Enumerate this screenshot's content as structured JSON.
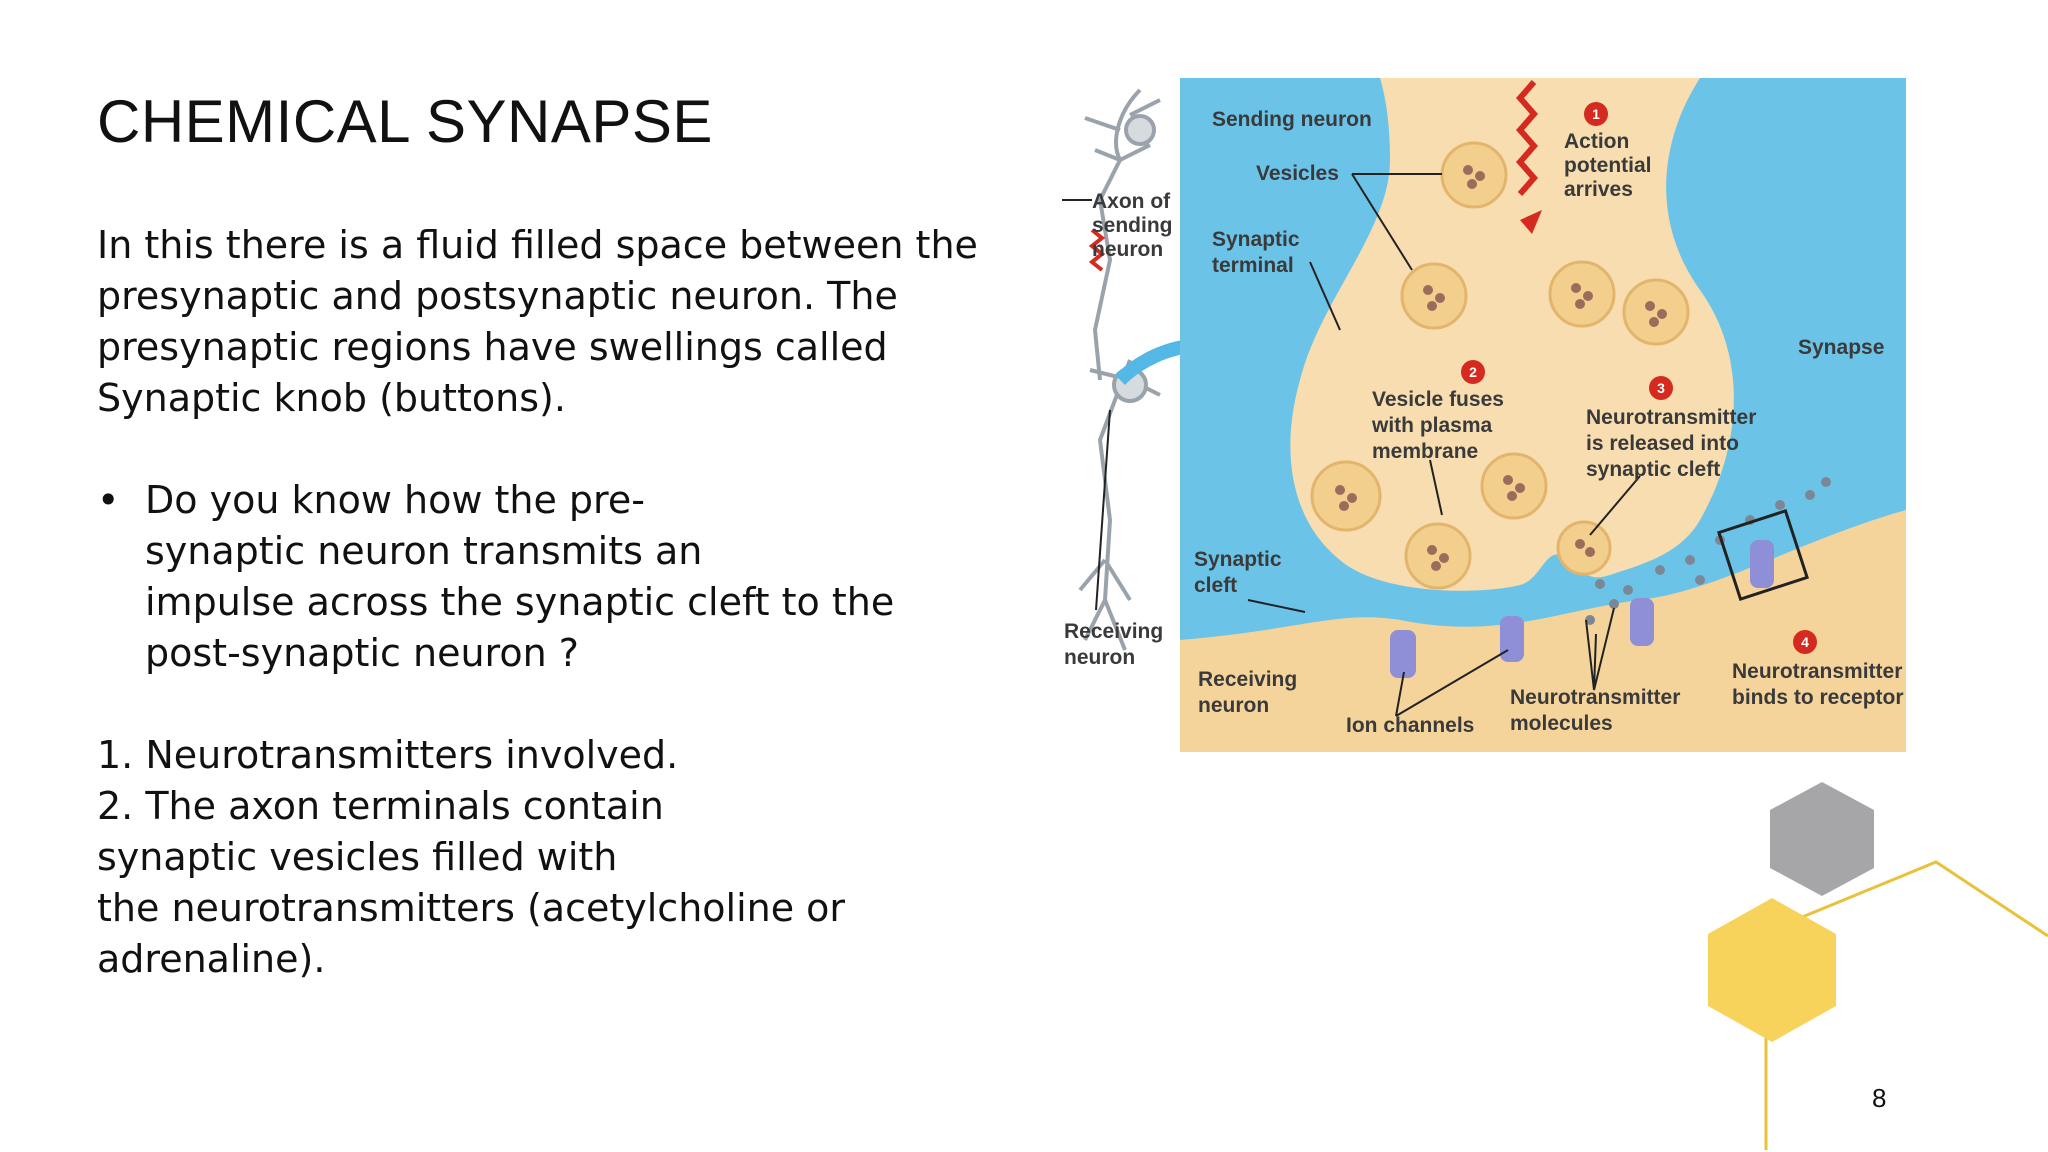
{
  "slide": {
    "title": "CHEMICAL SYNAPSE",
    "paragraph": [
      "In this there is a fluid filled space between the",
      "presynaptic and postsynaptic neuron. The",
      "presynaptic regions have swellings called",
      "Synaptic knob (buttons)."
    ],
    "bullet": {
      "marker": "•",
      "lines": [
        "Do you know how the pre-",
        "synaptic neuron transmits an",
        "impulse across the synaptic cleft to the",
        "post-synaptic neuron ?"
      ]
    },
    "list": [
      "1. Neurotransmitters involved.",
      "2. The axon terminals contain",
      "synaptic vesicles filled with",
      "the neurotransmitters (acetylcholine or",
      "adrenaline)."
    ],
    "page_number": "8"
  },
  "diagram": {
    "labels": {
      "sending_neuron": "Sending neuron",
      "vesicles": "Vesicles",
      "axon_1": "Axon of",
      "axon_2": "sending",
      "axon_3": "neuron",
      "synaptic_terminal_1": "Synaptic",
      "synaptic_terminal_2": "terminal",
      "step1_1": "Action",
      "step1_2": "potential",
      "step1_3": "arrives",
      "synapse": "Synapse",
      "step2_1": "Vesicle fuses",
      "step2_2": "with plasma",
      "step2_3": "membrane",
      "step3_1": "Neurotransmitter",
      "step3_2": "is released into",
      "step3_3": "synaptic cleft",
      "synaptic_cleft_1": "Synaptic",
      "synaptic_cleft_2": "cleft",
      "receiving_neuron_left_1": "Receiving",
      "receiving_neuron_left_2": "neuron",
      "receiving_neuron_1": "Receiving",
      "receiving_neuron_2": "neuron",
      "ion_channels": "Ion channels",
      "nt_molecules_1": "Neurotransmitter",
      "nt_molecules_2": "molecules",
      "step4_1": "Neurotransmitter",
      "step4_2": "binds to receptor"
    },
    "step_numbers": [
      "1",
      "2",
      "3",
      "4"
    ],
    "colors": {
      "cleft_blue": "#6cc3e8",
      "neuron_tan": "#f7ddb0",
      "receiving_tan": "#f5d49c",
      "step_red": "#d42a20",
      "channel_purple": "#8e8fd6",
      "vesicle_fill": "#f3cf8e"
    }
  },
  "decor": {
    "hex_gray": "#a6a6a8",
    "hex_yellow": "#f7d35c",
    "outline_yellow": "#e9c23b"
  }
}
